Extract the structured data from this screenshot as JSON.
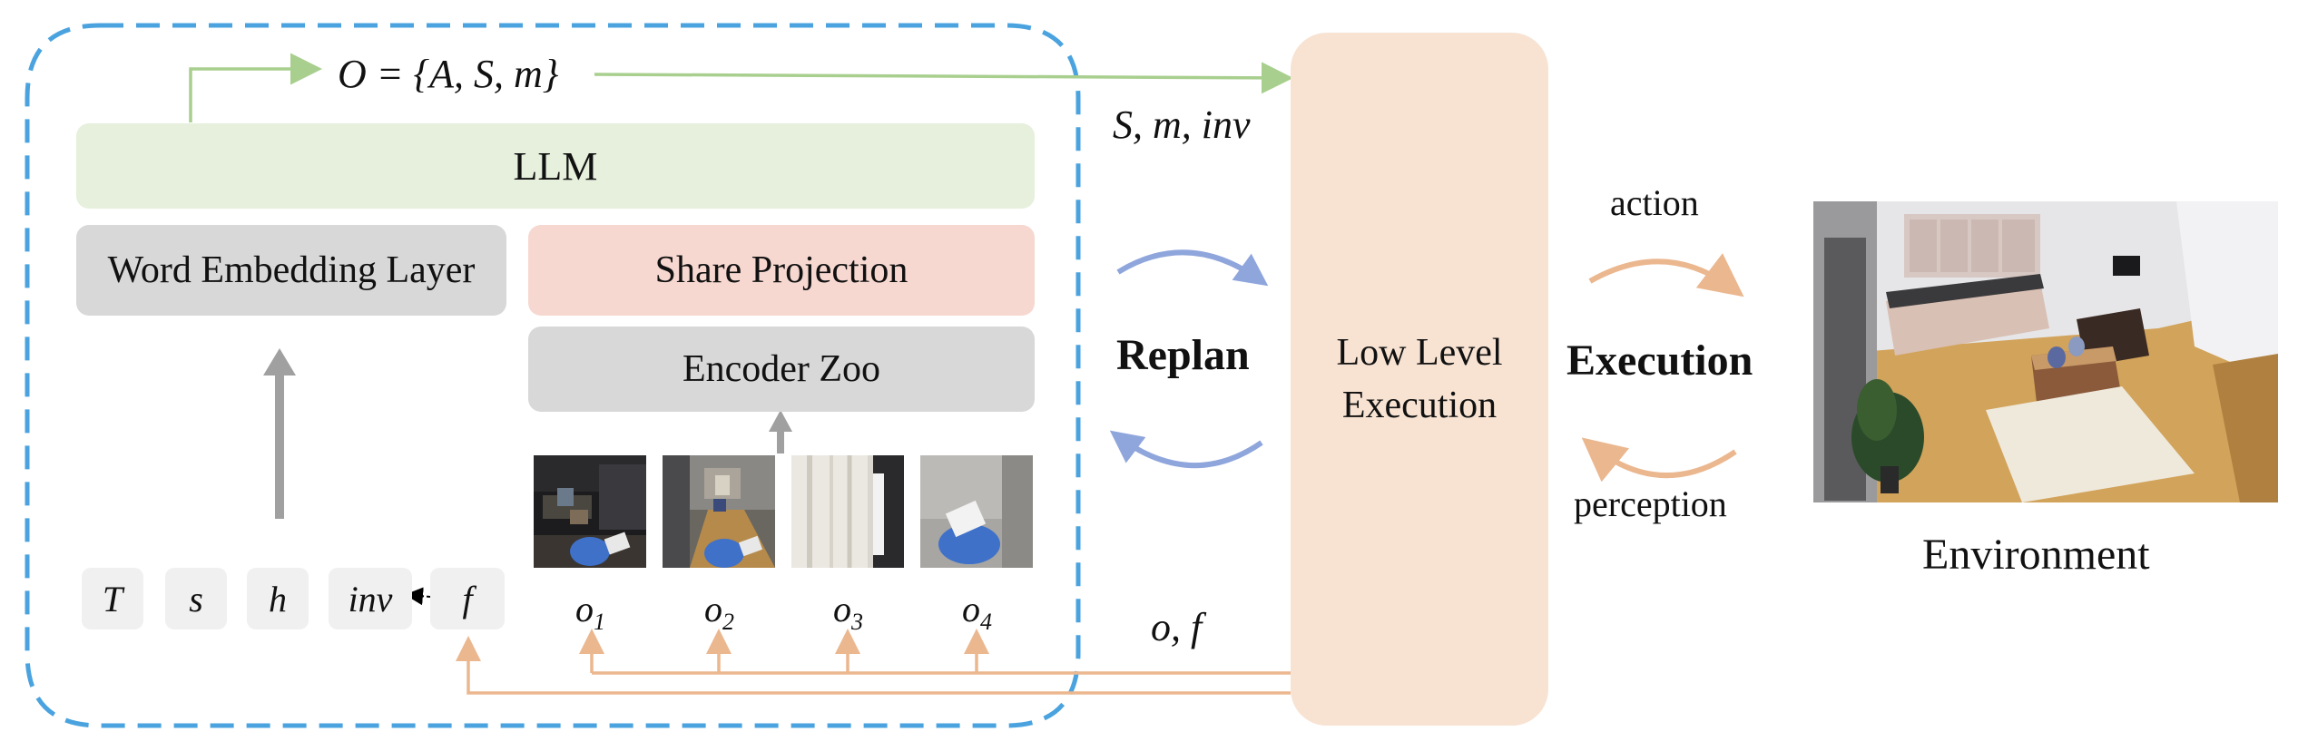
{
  "output_label": "O = {A, S, m}",
  "llm_label": "LLM",
  "word_embedding_label": "Word Embedding Layer",
  "share_projection_label": "Share Projection",
  "encoder_zoo_label": "Encoder Zoo",
  "inputs": [
    "T",
    "s",
    "h",
    "inv",
    "f"
  ],
  "observations": [
    "o1",
    "o2",
    "o3",
    "o4"
  ],
  "feedback_label": "S, m, inv",
  "obs_feedback_label": "o, f",
  "replan_label": "Replan",
  "low_level_label": "Low Level Execution",
  "execution_label": "Execution",
  "action_label": "action",
  "perception_label": "perception",
  "environment_label": "Environment",
  "colors": {
    "dashed_border": "#4aa3df",
    "llm_fill": "#e6f0dc",
    "share_projection_fill": "#f6d8d0",
    "gray_box_fill": "#d8d8d8",
    "low_level_fill": "#f8e3d3",
    "green_arrow": "#a8cf8e",
    "orange_arrow": "#ebb78f",
    "blue_arrow": "#8fa6dc",
    "gray_arrow": "#a0a0a0"
  }
}
